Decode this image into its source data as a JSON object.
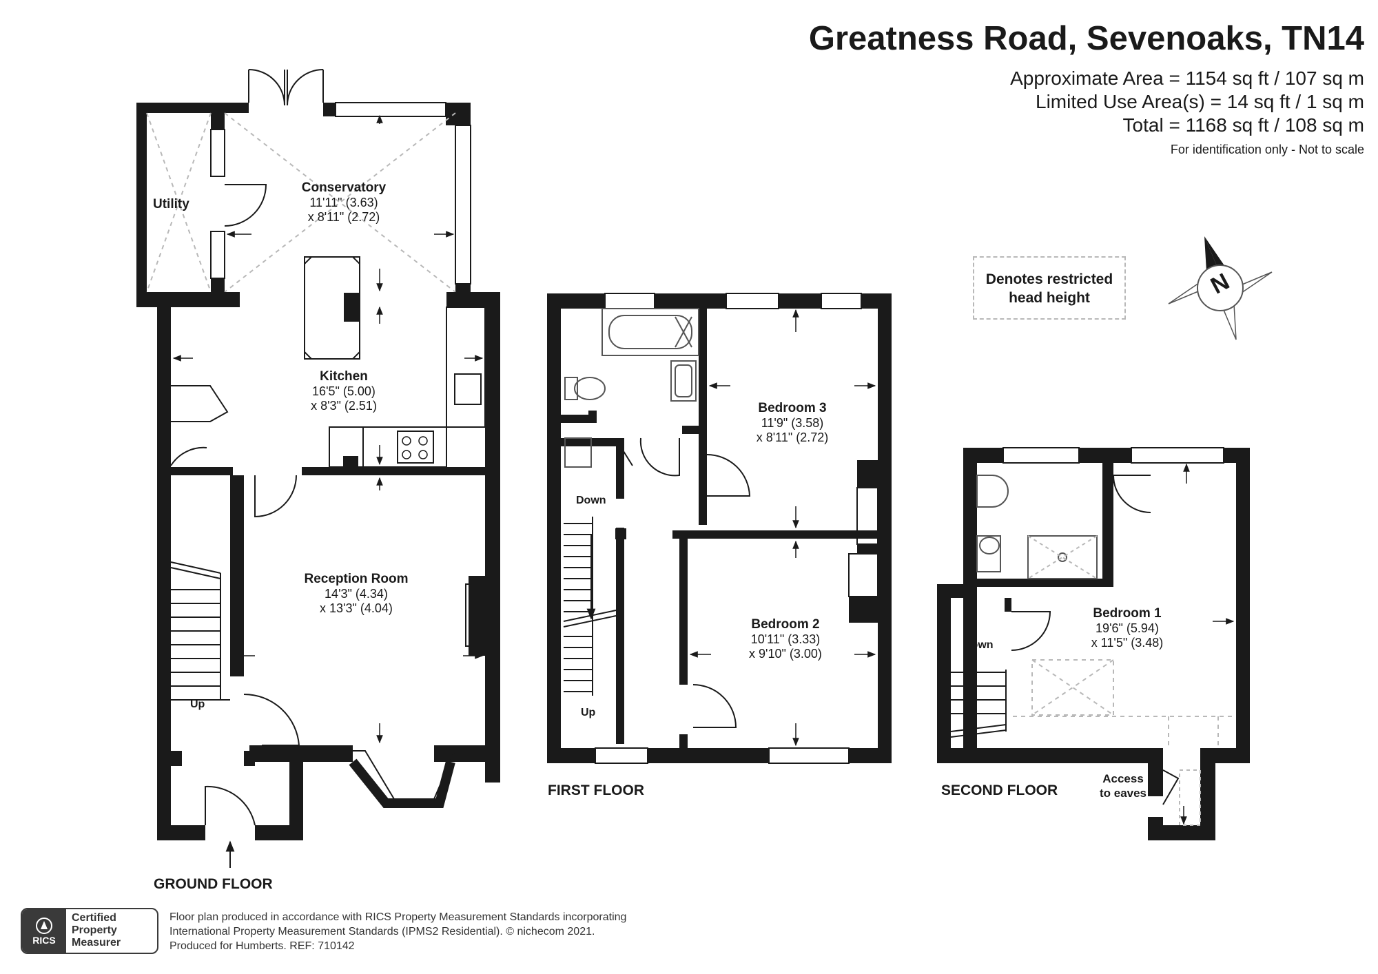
{
  "header": {
    "title": "Greatness Road, Sevenoaks, TN14",
    "approx_area": "Approximate Area = 1154 sq ft / 107 sq m",
    "limited_area": "Limited Use Area(s) = 14 sq ft / 1 sq m",
    "total_area": "Total = 1168 sq ft / 108 sq m",
    "note": "For identification only - Not to scale"
  },
  "legend": {
    "text": "Denotes restricted\nhead height"
  },
  "compass": {
    "label": "N"
  },
  "floors": {
    "ground": {
      "label": "GROUND FLOOR",
      "rooms": [
        {
          "name": "Utility",
          "dims": ""
        },
        {
          "name": "Conservatory",
          "dims": "11'11\" (3.63)\nx 8'11\" (2.72)"
        },
        {
          "name": "Kitchen",
          "dims": "16'5\" (5.00)\nx 8'3\" (2.51)"
        },
        {
          "name": "Reception Room",
          "dims": "14'3\" (4.34)\nx 13'3\" (4.04)"
        }
      ],
      "stair_label": "Up"
    },
    "first": {
      "label": "FIRST FLOOR",
      "rooms": [
        {
          "name": "Bedroom 3",
          "dims": "11'9\" (3.58)\nx 8'11\" (2.72)"
        },
        {
          "name": "Bedroom 2",
          "dims": "10'11\" (3.33)\nx 9'10\" (3.00)"
        }
      ],
      "stair_down": "Down",
      "stair_up": "Up"
    },
    "second": {
      "label": "SECOND FLOOR",
      "rooms": [
        {
          "name": "Bedroom 1",
          "dims": "19'6\" (5.94)\nx 11'5\" (3.48)"
        }
      ],
      "stair_down": "Down",
      "eaves_label": "Access\nto eaves"
    }
  },
  "footer": {
    "line1": "Floor plan produced in accordance with RICS Property Measurement Standards incorporating",
    "line2": "International Property Measurement Standards (IPMS2 Residential).   © nichecom 2021.",
    "line3": "Produced for Humberts.   REF:  710142",
    "badge_logo": "RICS",
    "badge_text": "Certified\nProperty\nMeasurer"
  },
  "colors": {
    "wall": "#1a1a1a",
    "fixture": "#555555",
    "dashed": "#b8b8b8"
  }
}
